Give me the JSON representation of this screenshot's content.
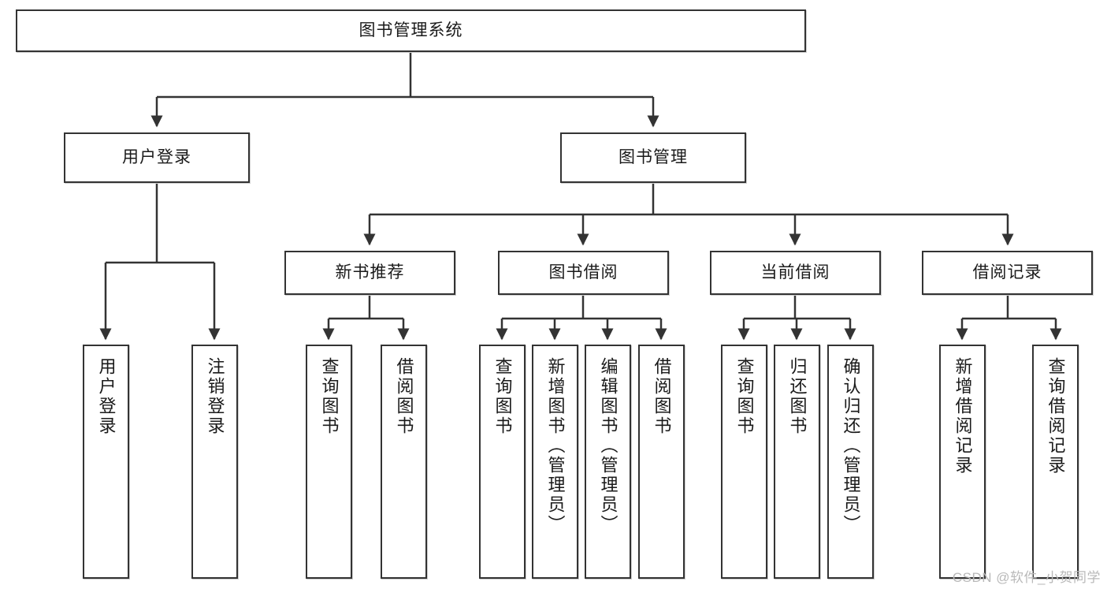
{
  "diagram": {
    "type": "tree-hierarchy",
    "title": "图书管理系统",
    "watermark": "CSDN @软件_小贺同学",
    "colors": {
      "stroke": "#333333",
      "fill": "#ffffff",
      "text": "#1a1a1a",
      "watermark": "#b9b9b9"
    },
    "levels": {
      "root": {
        "label": "图书管理系统"
      },
      "level2": [
        {
          "label": "用户登录"
        },
        {
          "label": "图书管理"
        }
      ],
      "level3": [
        {
          "label": "新书推荐"
        },
        {
          "label": "图书借阅"
        },
        {
          "label": "当前借阅"
        },
        {
          "label": "借阅记录"
        }
      ],
      "leaves": {
        "user_login": [
          {
            "label": "用户登录"
          },
          {
            "label": "注销登录"
          }
        ],
        "new_book_recommend": [
          {
            "label": "查询图书"
          },
          {
            "label": "借阅图书"
          }
        ],
        "book_borrow": [
          {
            "label": "查询图书"
          },
          {
            "label": "新增图书（管理员）"
          },
          {
            "label": "编辑图书（管理员）"
          },
          {
            "label": "借阅图书"
          }
        ],
        "current_borrow": [
          {
            "label": "查询图书"
          },
          {
            "label": "归还图书"
          },
          {
            "label": "确认归还（管理员）"
          }
        ],
        "borrow_records": [
          {
            "label": "新增借阅记录"
          },
          {
            "label": "查询借阅记录"
          }
        ]
      }
    }
  }
}
